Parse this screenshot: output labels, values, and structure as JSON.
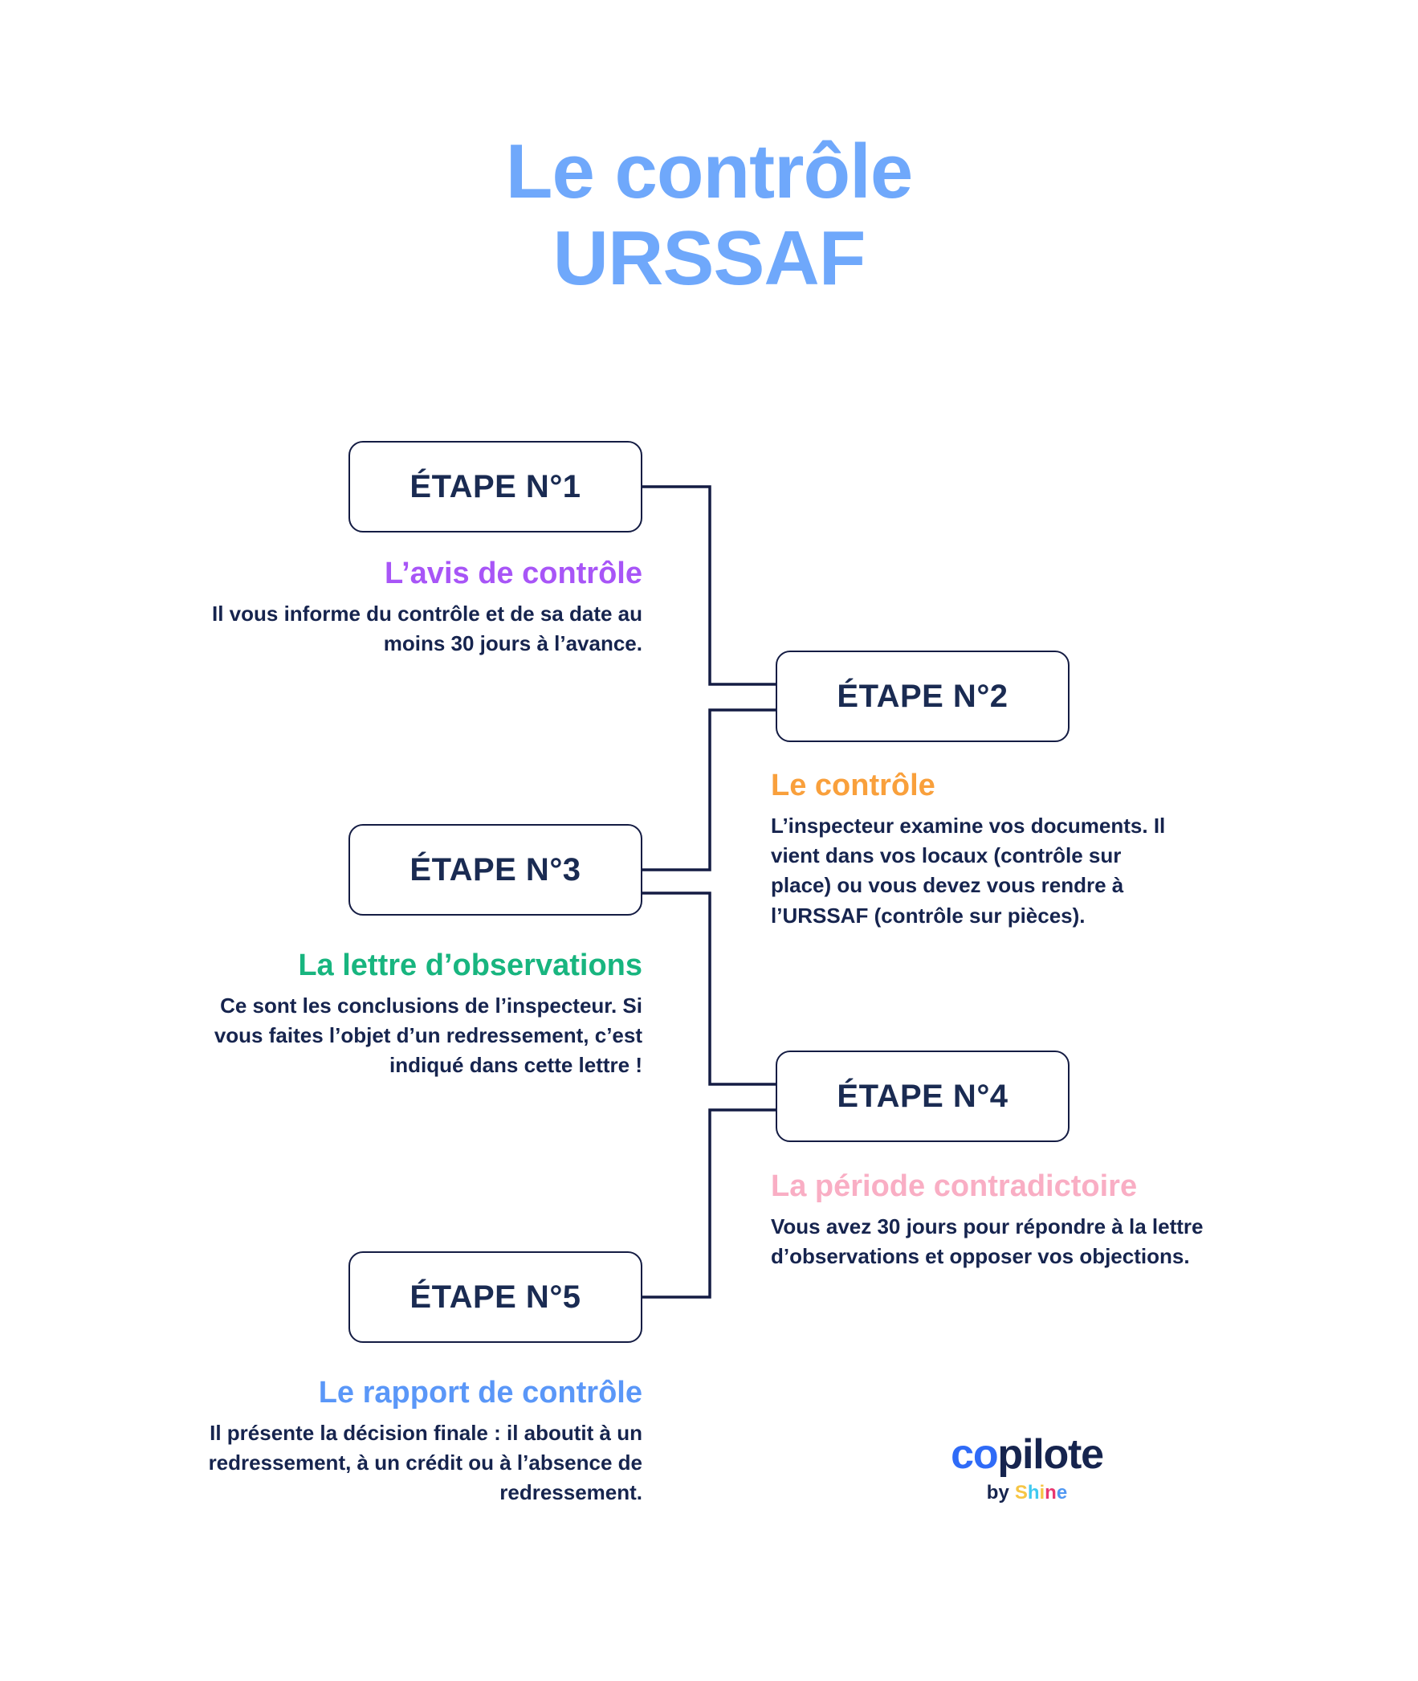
{
  "title": {
    "line1": "Le contrôle",
    "line2": "URSSAF",
    "color": "#6fa8fb"
  },
  "colors": {
    "navy": "#16244e",
    "box_border": "#141c43",
    "connector": "#141c43",
    "purple": "#a855f7",
    "orange": "#f9a03c",
    "green": "#18b57f",
    "pink": "#f9aec4",
    "blue": "#5a97f8",
    "title_blue": "#6fa8fb"
  },
  "steps": [
    {
      "box_label": "ÉTAPE N°1",
      "heading": "L’avis de contrôle",
      "heading_color": "#a855f7",
      "body": "Il vous informe du contrôle et de sa date au moins 30 jours à l’avance.",
      "align": "right"
    },
    {
      "box_label": "ÉTAPE N°2",
      "heading": "Le contrôle",
      "heading_color": "#f9a03c",
      "body": "L’inspecteur examine vos documents. Il vient dans vos locaux (contrôle sur place) ou vous devez vous rendre à l’URSSAF (contrôle sur pièces).",
      "align": "left"
    },
    {
      "box_label": "ÉTAPE N°3",
      "heading": "La lettre d’observations",
      "heading_color": "#18b57f",
      "body": "Ce sont les conclusions de l’inspecteur. Si vous faites l’objet d’un redressement, c’est indiqué dans cette lettre !",
      "align": "right"
    },
    {
      "box_label": "ÉTAPE N°4",
      "heading": "La période contradictoire",
      "heading_color": "#f9aec4",
      "body": "Vous avez 30 jours pour répondre à la lettre d’observations et opposer vos objections.",
      "align": "left"
    },
    {
      "box_label": "ÉTAPE N°5",
      "heading": "Le rapport de contrôle",
      "heading_color": "#5a97f8",
      "body": "Il présente la décision finale : il aboutit à un redressement, à un crédit ou à l’absence de redressement.",
      "align": "right"
    }
  ],
  "logo": {
    "word_co": "co",
    "word_pilote": "pilote",
    "by": "by",
    "shine": {
      "s": "S",
      "h": "h",
      "i": "i",
      "n": "n",
      "e": "e"
    }
  }
}
